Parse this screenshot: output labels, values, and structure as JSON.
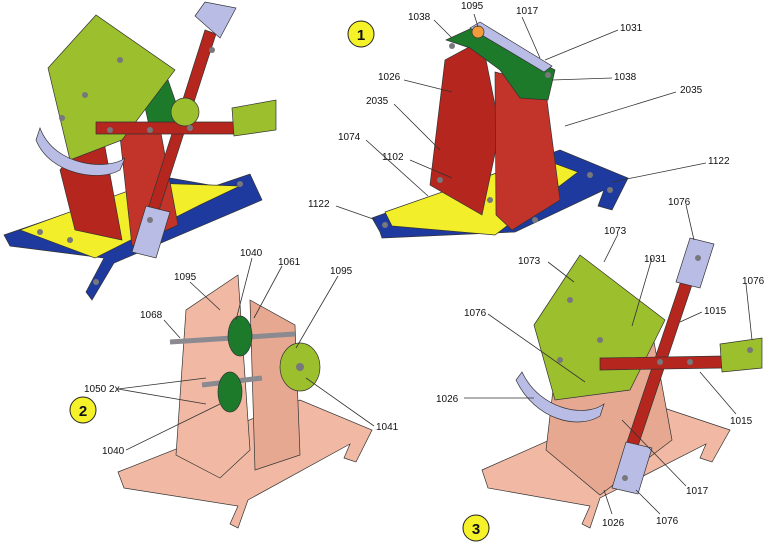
{
  "steps": {
    "s1": "1",
    "s2": "2",
    "s3": "3"
  },
  "colors": {
    "blue": "#1f3a9e",
    "yellow": "#f2ef2a",
    "red": "#b5261e",
    "green": "#1d7a2a",
    "olive": "#9cbf2e",
    "lavender": "#b9bde6",
    "salmon": "#f1b9a4",
    "salmonDark": "#d89880",
    "steel": "#8a8a90",
    "callout": "#f6f22a"
  },
  "labels": {
    "p1_1038a": "1038",
    "p1_1095": "1095",
    "p1_1017": "1017",
    "p1_1031": "1031",
    "p1_1038b": "1038",
    "p1_1026": "1026",
    "p1_2035a": "2035",
    "p1_2035b": "2035",
    "p1_1074": "1074",
    "p1_1102": "1102",
    "p1_1122a": "1122",
    "p1_1122b": "1122",
    "p2_1040a": "1040",
    "p2_1095a": "1095",
    "p2_1061": "1061",
    "p2_1095b": "1095",
    "p2_1068": "1068",
    "p2_1050": "1050 2x",
    "p2_1041": "1041",
    "p2_1040b": "1040",
    "p3_1076a": "1076",
    "p3_1073a": "1073",
    "p3_1073b": "1073",
    "p3_1031": "1031",
    "p3_1076b": "1076",
    "p3_1076c": "1076",
    "p3_1015a": "1015",
    "p3_1026a": "1026",
    "p3_1015b": "1015",
    "p3_1017": "1017",
    "p3_1026b": "1026",
    "p3_1076d": "1076"
  }
}
